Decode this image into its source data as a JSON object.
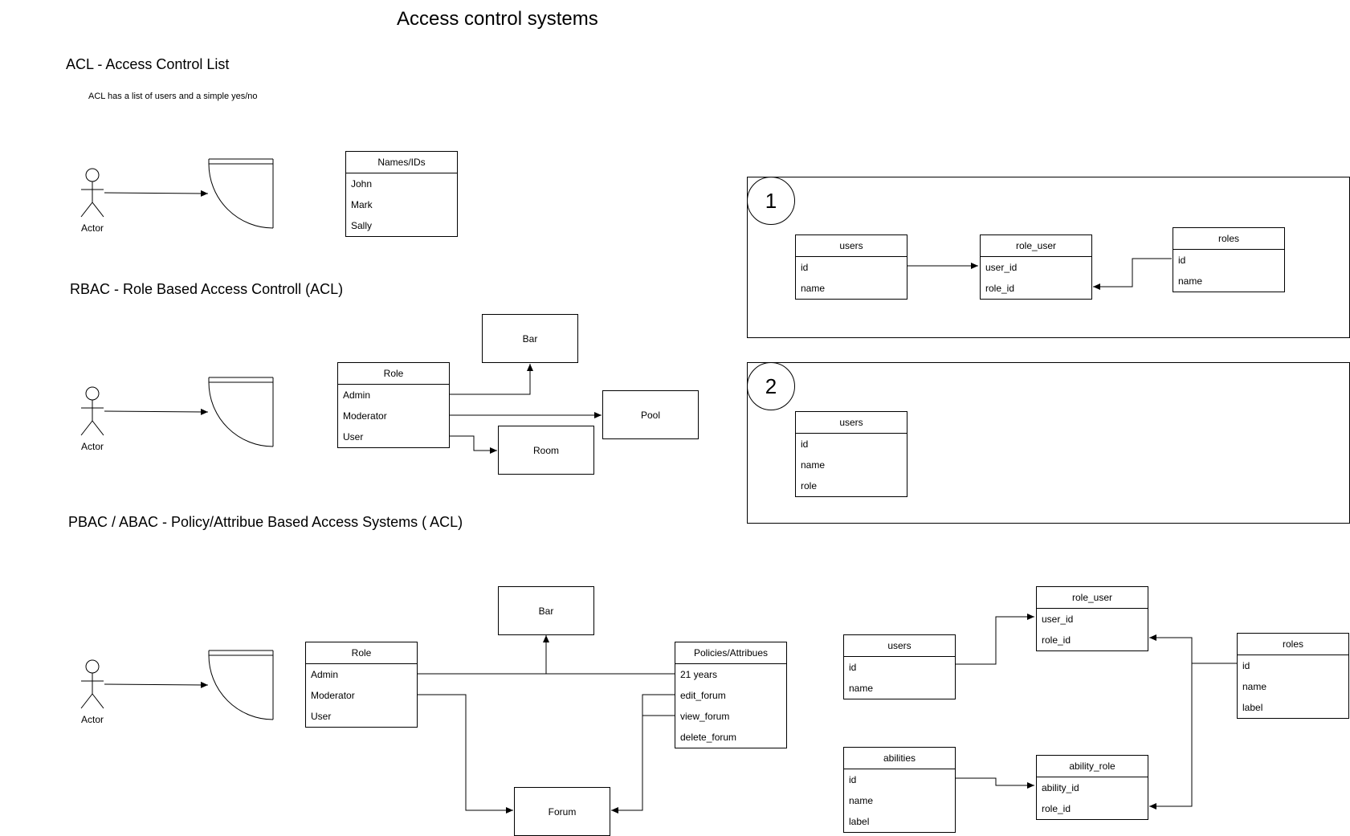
{
  "title": "Access control systems",
  "acl": {
    "heading": "ACL - Access Control List",
    "note": "ACL has a list of users and a simple yes/no",
    "actor": "Actor",
    "table": {
      "header": "Names/IDs",
      "rows": [
        "John",
        "Mark",
        "Sally"
      ]
    }
  },
  "rbac": {
    "heading": "RBAC - Role Based Access Controll (ACL)",
    "actor": "Actor",
    "role_table": {
      "header": "Role",
      "rows": [
        "Admin",
        "Moderator",
        "User"
      ]
    },
    "boxes": {
      "bar": "Bar",
      "pool": "Pool",
      "room": "Room"
    }
  },
  "pbac": {
    "heading": "PBAC / ABAC - Policy/Attribue Based Access Systems ( ACL)",
    "actor": "Actor",
    "role_table": {
      "header": "Role",
      "rows": [
        "Admin",
        "Moderator",
        "User"
      ]
    },
    "policies_table": {
      "header": "Policies/Attribues",
      "rows": [
        "21 years",
        "edit_forum",
        "view_forum",
        "delete_forum"
      ]
    },
    "boxes": {
      "bar": "Bar",
      "forum": "Forum"
    }
  },
  "schema1": {
    "number": "1",
    "users": {
      "header": "users",
      "rows": [
        "id",
        "name"
      ]
    },
    "role_user": {
      "header": "role_user",
      "rows": [
        "user_id",
        "role_id"
      ]
    },
    "roles": {
      "header": "roles",
      "rows": [
        "id",
        "name"
      ]
    }
  },
  "schema2": {
    "number": "2",
    "users": {
      "header": "users",
      "rows": [
        "id",
        "name",
        "role"
      ]
    }
  },
  "schema3": {
    "users": {
      "header": "users",
      "rows": [
        "id",
        "name"
      ]
    },
    "role_user": {
      "header": "role_user",
      "rows": [
        "user_id",
        "role_id"
      ]
    },
    "roles": {
      "header": "roles",
      "rows": [
        "id",
        "name",
        "label"
      ]
    },
    "abilities": {
      "header": "abilities",
      "rows": [
        "id",
        "name",
        "label"
      ]
    },
    "ability_role": {
      "header": "ability_role",
      "rows": [
        "ability_id",
        "role_id"
      ]
    }
  }
}
